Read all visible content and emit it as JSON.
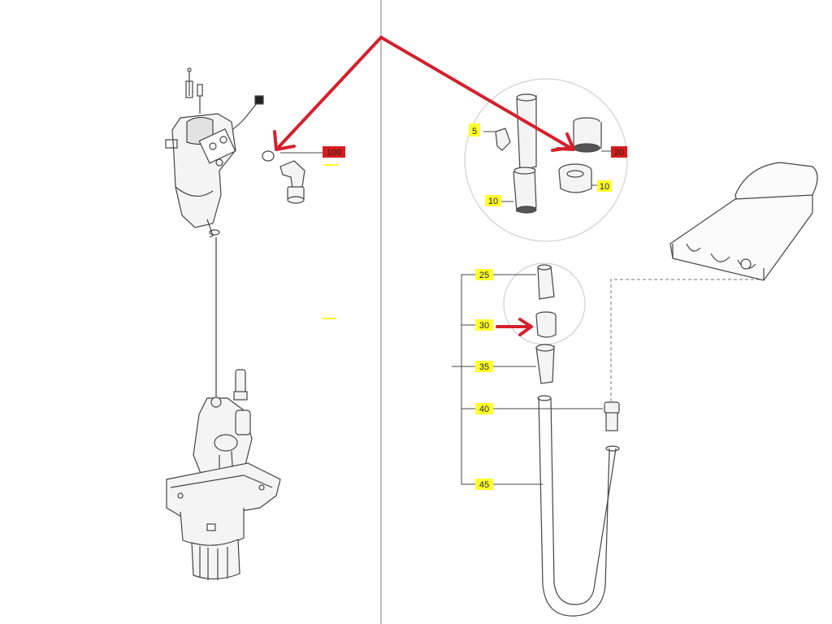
{
  "colors": {
    "highlight_yellow": "#ffff2a",
    "highlight_red": "#d81c1c",
    "arrow_red": "#d4202c",
    "line": "#444444",
    "divider": "#bdbdbd"
  },
  "callouts": [
    {
      "id": "c100",
      "text": "100",
      "style": "red"
    },
    {
      "id": "c20",
      "text": "20",
      "style": "red"
    },
    {
      "id": "c5",
      "text": "5",
      "style": "yellow"
    },
    {
      "id": "c10a",
      "text": "10",
      "style": "yellow"
    },
    {
      "id": "c10b",
      "text": "10",
      "style": "yellow"
    },
    {
      "id": "c25",
      "text": "25",
      "style": "yellow"
    },
    {
      "id": "c30",
      "text": "30",
      "style": "yellow"
    },
    {
      "id": "c35",
      "text": "35",
      "style": "yellow"
    },
    {
      "id": "c40",
      "text": "40",
      "style": "yellow"
    },
    {
      "id": "c45",
      "text": "45",
      "style": "yellow"
    }
  ],
  "icons": [
    "pump-assembly-icon",
    "valve-housing-icon",
    "hose-icon",
    "tray-icon",
    "red-arrow-icon"
  ]
}
